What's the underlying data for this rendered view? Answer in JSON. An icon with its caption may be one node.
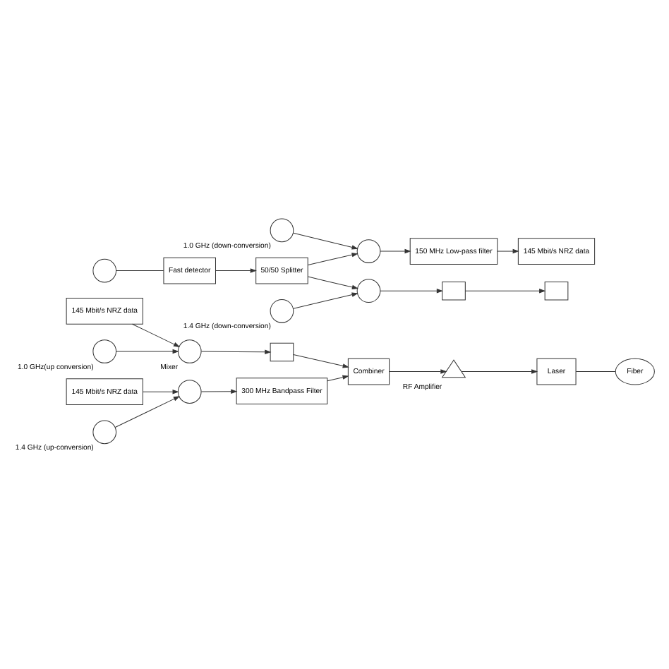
{
  "diagram": {
    "nodes": [
      {
        "text": [
          "145 Mbit/s NRZ data"
        ]
      },
      {
        "text": [
          "1.0 GHz(up conversion)"
        ]
      },
      {
        "text": [
          "Mixer"
        ]
      },
      {
        "text": [],
        "shape": "box"
      },
      {
        "text": [
          "145 Mbit/s NRZ data"
        ]
      },
      {
        "text": [],
        "shape": "circle"
      },
      {
        "text": [
          "1.4 GHz (up-conversion)"
        ]
      },
      {
        "text": [
          "300 MHz Bandpass Filter"
        ]
      },
      {
        "text": [
          "Combiner"
        ]
      },
      {
        "text": [
          "RF Amplifier"
        ]
      },
      {
        "text": [
          "Laser"
        ]
      },
      {
        "text": [
          "Fiber"
        ]
      },
      {
        "text": [],
        "shape": "circle"
      },
      {
        "text": [
          "Fast detector"
        ]
      },
      {
        "text": [
          "50/50 Splitter"
        ]
      },
      {
        "text": [
          "1.0 GHz (down-conversion)"
        ]
      },
      {
        "text": [],
        "shape": "circle"
      },
      {
        "text": [
          "150 MHz Low-pass filter"
        ]
      },
      {
        "text": [
          "145 Mbit/s NRZ data"
        ]
      },
      {
        "text": [],
        "shape": "circle"
      },
      {
        "text": [
          "1.4 GHz (down-conversion)"
        ]
      },
      {
        "text": [],
        "shape": "box"
      },
      {
        "text": [],
        "shape": "box"
      }
    ],
    "edges": [
      {
        "from": 0,
        "to": 2,
        "arrow": "to"
      },
      {
        "from": 1,
        "to": 2,
        "arrow": "to"
      },
      {
        "from": 2,
        "to": 3,
        "arrow": "to"
      },
      {
        "from": 4,
        "to": 5,
        "arrow": "to"
      },
      {
        "from": 6,
        "to": 5,
        "arrow": "to"
      },
      {
        "from": 5,
        "to": 7,
        "arrow": "to"
      },
      {
        "from": 3,
        "to": 8,
        "arrow": "to"
      },
      {
        "from": 7,
        "to": 8,
        "arrow": "to"
      },
      {
        "from": 8,
        "to": 9,
        "arrow": "to"
      },
      {
        "from": 9,
        "to": 10,
        "arrow": "to"
      },
      {
        "from": 10,
        "to": 11,
        "arrow": "none"
      },
      {
        "from": 12,
        "to": 13,
        "arrow": "none"
      },
      {
        "from": 13,
        "to": 14,
        "arrow": "to"
      },
      {
        "from": 14,
        "to": 16,
        "arrow": "to"
      },
      {
        "from": 14,
        "to": 19,
        "arrow": "to"
      },
      {
        "from": 15,
        "to": 16,
        "arrow": "to"
      },
      {
        "from": 20,
        "to": 19,
        "arrow": "to"
      },
      {
        "from": 16,
        "to": 17,
        "arrow": "to"
      },
      {
        "from": 19,
        "to": 21,
        "arrow": "to"
      },
      {
        "from": 17,
        "to": 18,
        "arrow": "to"
      },
      {
        "from": 21,
        "to": 22,
        "arrow": "to"
      }
    ]
  }
}
